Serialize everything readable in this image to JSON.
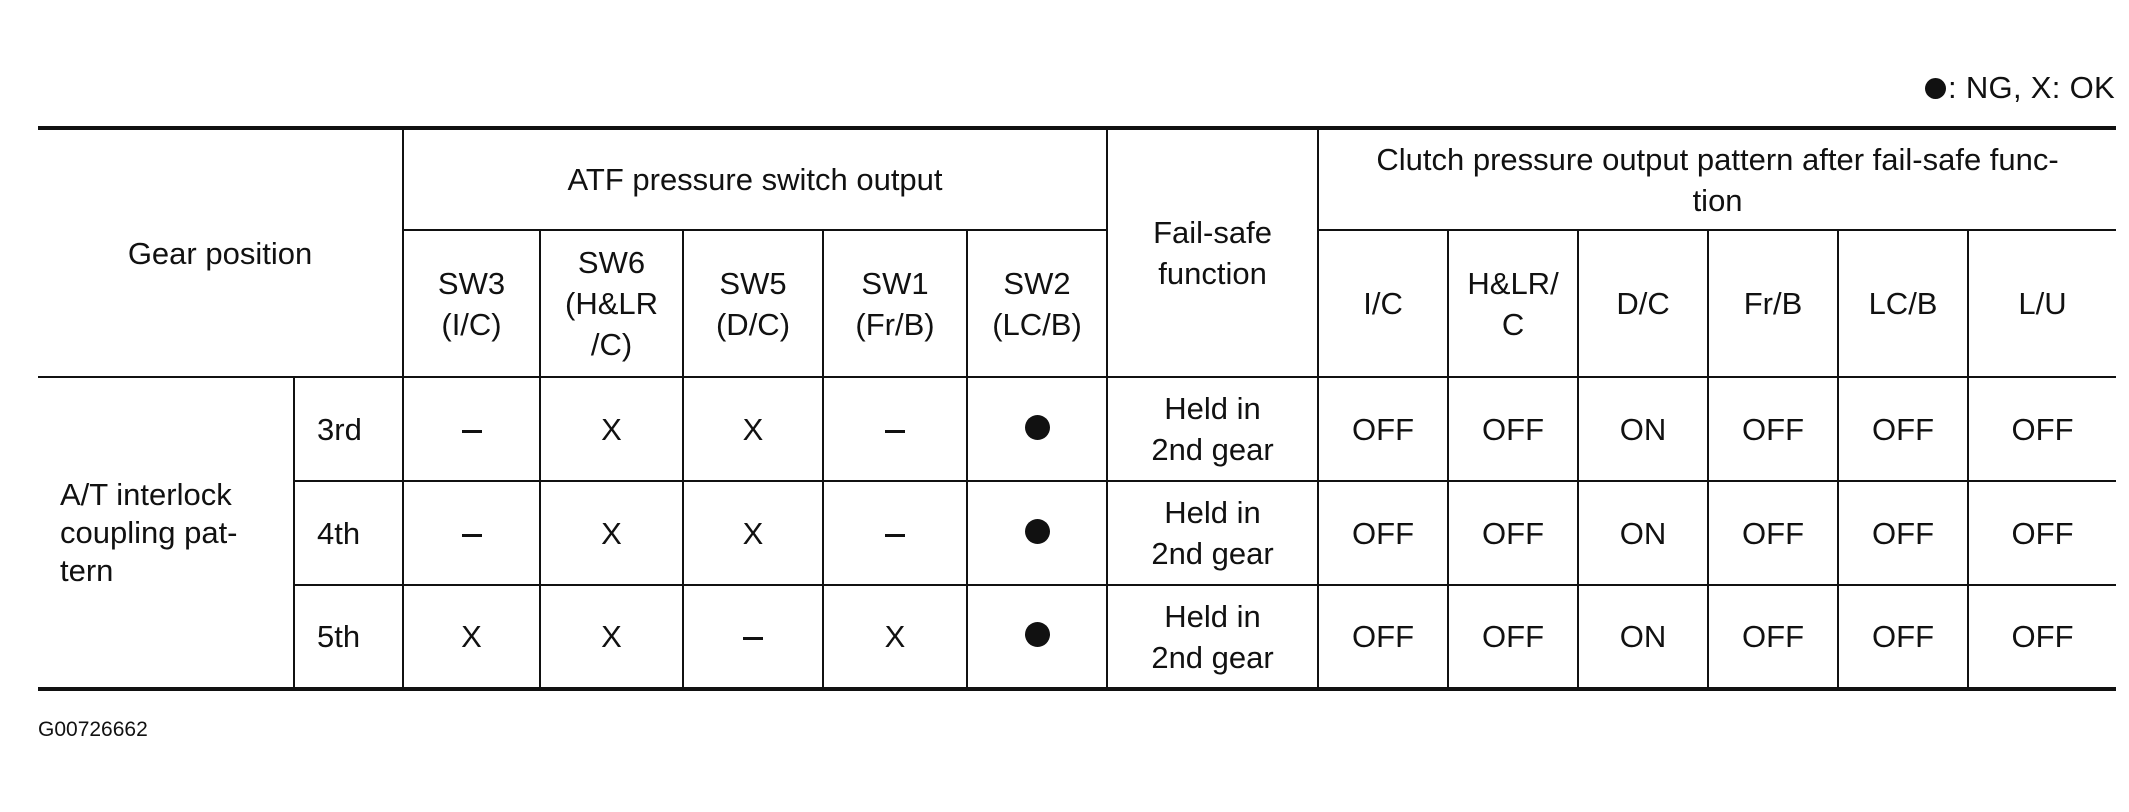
{
  "legend": {
    "dot_label": ": NG, X: OK"
  },
  "header": {
    "gear_position": "Gear position",
    "atf_group": "ATF pressure switch output",
    "failsafe_line1": "Fail-safe",
    "failsafe_line2": "function",
    "clutch_group_line1": "Clutch pressure output pattern after fail-safe func-",
    "clutch_group_line2": "tion",
    "switches": [
      {
        "l1": "SW3",
        "l2": "(I/C)",
        "l3": ""
      },
      {
        "l1": "SW6",
        "l2": "(H&LR",
        "l3": "/C)"
      },
      {
        "l1": "SW5",
        "l2": "(D/C)",
        "l3": ""
      },
      {
        "l1": "SW1",
        "l2": "(Fr/B)",
        "l3": ""
      },
      {
        "l1": "SW2",
        "l2": "(LC/B)",
        "l3": ""
      }
    ],
    "clutches": [
      {
        "l1": "I/C",
        "l2": ""
      },
      {
        "l1": "H&LR/",
        "l2": "C"
      },
      {
        "l1": "D/C",
        "l2": ""
      },
      {
        "l1": "Fr/B",
        "l2": ""
      },
      {
        "l1": "LC/B",
        "l2": ""
      },
      {
        "l1": "L/U",
        "l2": ""
      }
    ]
  },
  "group_label": {
    "l1": "A/T interlock",
    "l2": "coupling pat-",
    "l3": "tern"
  },
  "rows": [
    {
      "gear": "3rd",
      "switches": [
        "–",
        "X",
        "X",
        "–",
        "●"
      ],
      "failsafe": {
        "l1": "Held in",
        "l2": "2nd gear"
      },
      "clutches": [
        "OFF",
        "OFF",
        "ON",
        "OFF",
        "OFF",
        "OFF"
      ]
    },
    {
      "gear": "4th",
      "switches": [
        "–",
        "X",
        "X",
        "–",
        "●"
      ],
      "failsafe": {
        "l1": "Held in",
        "l2": "2nd gear"
      },
      "clutches": [
        "OFF",
        "OFF",
        "ON",
        "OFF",
        "OFF",
        "OFF"
      ]
    },
    {
      "gear": "5th",
      "switches": [
        "X",
        "X",
        "–",
        "X",
        "●"
      ],
      "failsafe": {
        "l1": "Held in",
        "l2": "2nd gear"
      },
      "clutches": [
        "OFF",
        "OFF",
        "ON",
        "OFF",
        "OFF",
        "OFF"
      ]
    }
  ],
  "figure_id": "G00726662"
}
